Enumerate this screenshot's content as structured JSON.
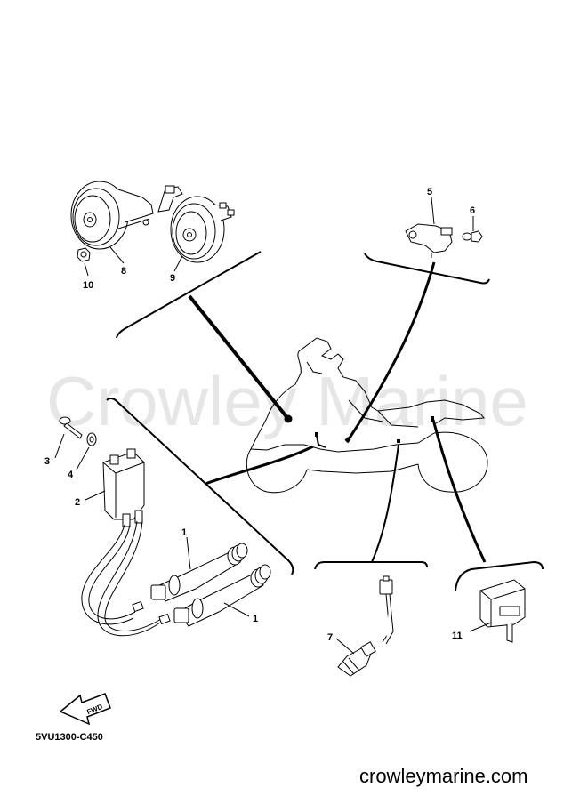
{
  "watermark": "Crowley Marine",
  "diagram_code": "5VU1300-C450",
  "website": "crowleymarine.com",
  "fwd_arrow_text": "FWD",
  "callouts": {
    "c1a": "1",
    "c1b": "1",
    "c2": "2",
    "c3": "3",
    "c4": "4",
    "c5": "5",
    "c6": "6",
    "c7": "7",
    "c8": "8",
    "c9": "9",
    "c10": "10",
    "c11": "11"
  }
}
